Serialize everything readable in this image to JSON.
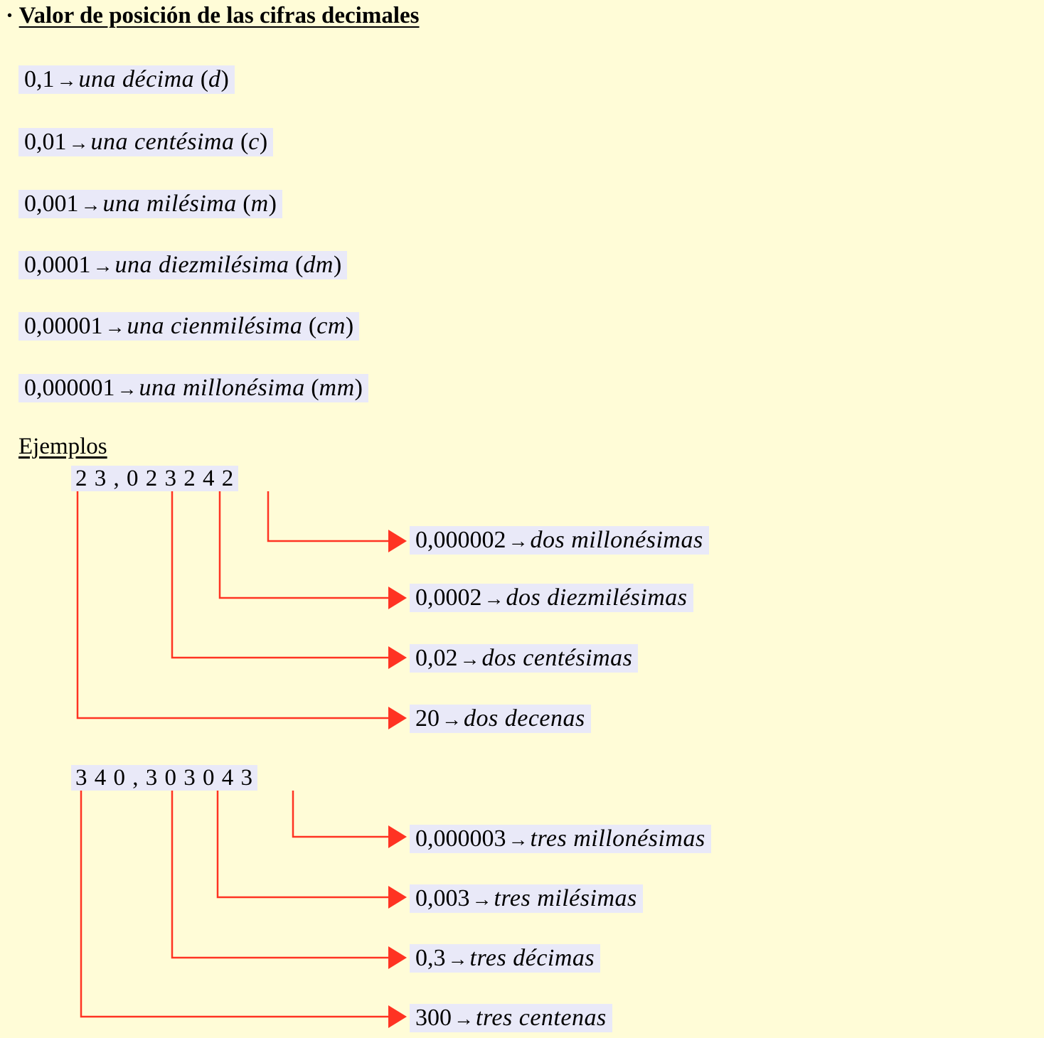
{
  "title": {
    "bullet": "·",
    "text": "Valor de posición de las cifras decimales"
  },
  "arrow": "→",
  "definitions": [
    {
      "number": "0,1",
      "text": "una décima",
      "abbr": "d"
    },
    {
      "number": "0,01",
      "text": "una centésima",
      "abbr": "c"
    },
    {
      "number": "0,001",
      "text": "una milésima",
      "abbr": "m"
    },
    {
      "number": "0,0001",
      "text": "una diezmilésima",
      "abbr": "dm"
    },
    {
      "number": "0,00001",
      "text": "una cienmilésima",
      "abbr": "cm"
    },
    {
      "number": "0,000001",
      "text": "una millonésima",
      "abbr": "mm"
    }
  ],
  "examples_label": "Ejemplos",
  "examples": [
    {
      "number": "2 3 , 0 2 3 2 4 2",
      "results": [
        {
          "value": "0,000002",
          "text": "dos millonésimas"
        },
        {
          "value": "0,0002",
          "text": "dos diezmilésimas"
        },
        {
          "value": "0,02",
          "text": "dos centésimas"
        },
        {
          "value": "20",
          "text": "dos decenas"
        }
      ]
    },
    {
      "number": "3 4 0 , 3 0 3 0 4 3",
      "results": [
        {
          "value": "0,000003",
          "text": "tres millonésimas"
        },
        {
          "value": "0,003",
          "text": "tres milésimas"
        },
        {
          "value": "0,3",
          "text": "tres décimas"
        },
        {
          "value": "300",
          "text": "tres centenas"
        }
      ]
    }
  ],
  "colors": {
    "background": "#FFFCD7",
    "highlight": "#E9E9F8",
    "arrow": "#FF3322"
  }
}
